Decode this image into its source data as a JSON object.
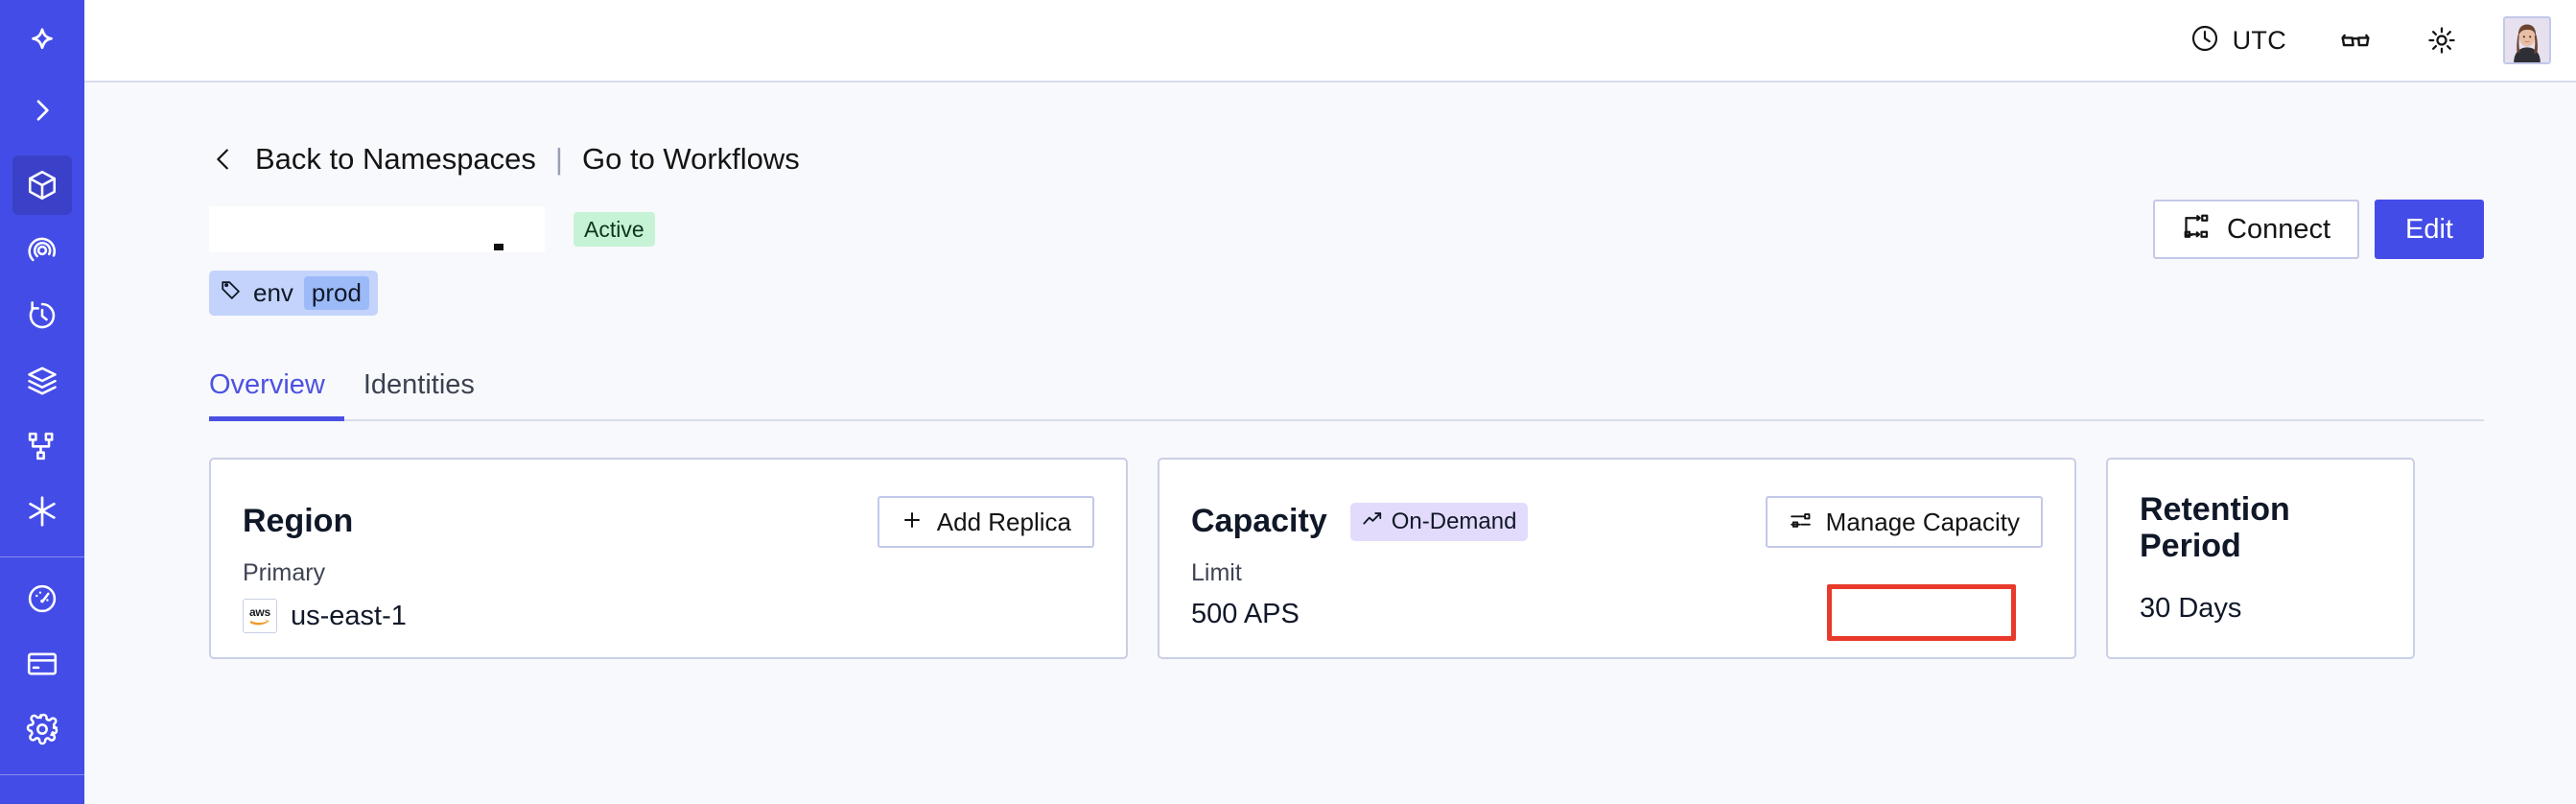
{
  "sidebar": {
    "items": [
      {
        "name": "temporal-logo",
        "icon": "temporal-logo-icon",
        "active": false
      },
      {
        "name": "expand-sidebar",
        "icon": "chevron-right-icon",
        "active": false
      },
      {
        "name": "namespaces",
        "icon": "cube-icon",
        "active": true
      },
      {
        "name": "observability",
        "icon": "spiral-eye-icon",
        "active": false
      },
      {
        "name": "schedules",
        "icon": "timer-icon",
        "active": false
      },
      {
        "name": "batch-operations",
        "icon": "layers-icon",
        "active": false
      },
      {
        "name": "workflows",
        "icon": "branch-nodes-icon",
        "active": false
      },
      {
        "name": "nexus",
        "icon": "asterisk-icon",
        "active": false
      },
      {
        "name": "usage",
        "icon": "gauge-icon",
        "active": false
      },
      {
        "name": "billing",
        "icon": "credit-card-icon",
        "active": false
      },
      {
        "name": "settings",
        "icon": "gear-icon",
        "active": false
      }
    ]
  },
  "topbar": {
    "timezone_label": "UTC",
    "clock_icon": "clock-icon",
    "docs_icon": "glasses-icon",
    "theme_icon": "sun-icon",
    "avatar_icon": "user-avatar"
  },
  "breadcrumb": {
    "back_icon": "chevron-left-icon",
    "back_label": "Back to Namespaces",
    "separator": "|",
    "forward_label": "Go to Workflows"
  },
  "namespace": {
    "title": "",
    "title_redacted": true,
    "status_label": "Active",
    "status_color": "#c6f3d5",
    "tag": {
      "icon": "tag-icon",
      "key": "env",
      "value": "prod"
    }
  },
  "header_actions": {
    "connect_label": "Connect",
    "connect_icon": "connect-flow-icon",
    "edit_label": "Edit",
    "edit_color": "#444ce7"
  },
  "tabs": [
    {
      "label": "Overview",
      "active": true
    },
    {
      "label": "Identities",
      "active": false
    }
  ],
  "cards": {
    "region": {
      "title": "Region",
      "action_label": "Add Replica",
      "action_icon": "plus-icon",
      "sub_label": "Primary",
      "provider_icon": "aws-logo",
      "provider_text": "aws",
      "value": "us-east-1"
    },
    "capacity": {
      "title": "Capacity",
      "badge_label": "On-Demand",
      "badge_icon": "trending-up-icon",
      "badge_color": "#e3dbfb",
      "action_label": "Manage Capacity",
      "action_icon": "sliders-icon",
      "sub_label": "Limit",
      "value": "500 APS",
      "highlighted": true,
      "highlight_color": "#e8392b"
    },
    "retention": {
      "title": "Retention Period",
      "value": "30 Days"
    }
  }
}
